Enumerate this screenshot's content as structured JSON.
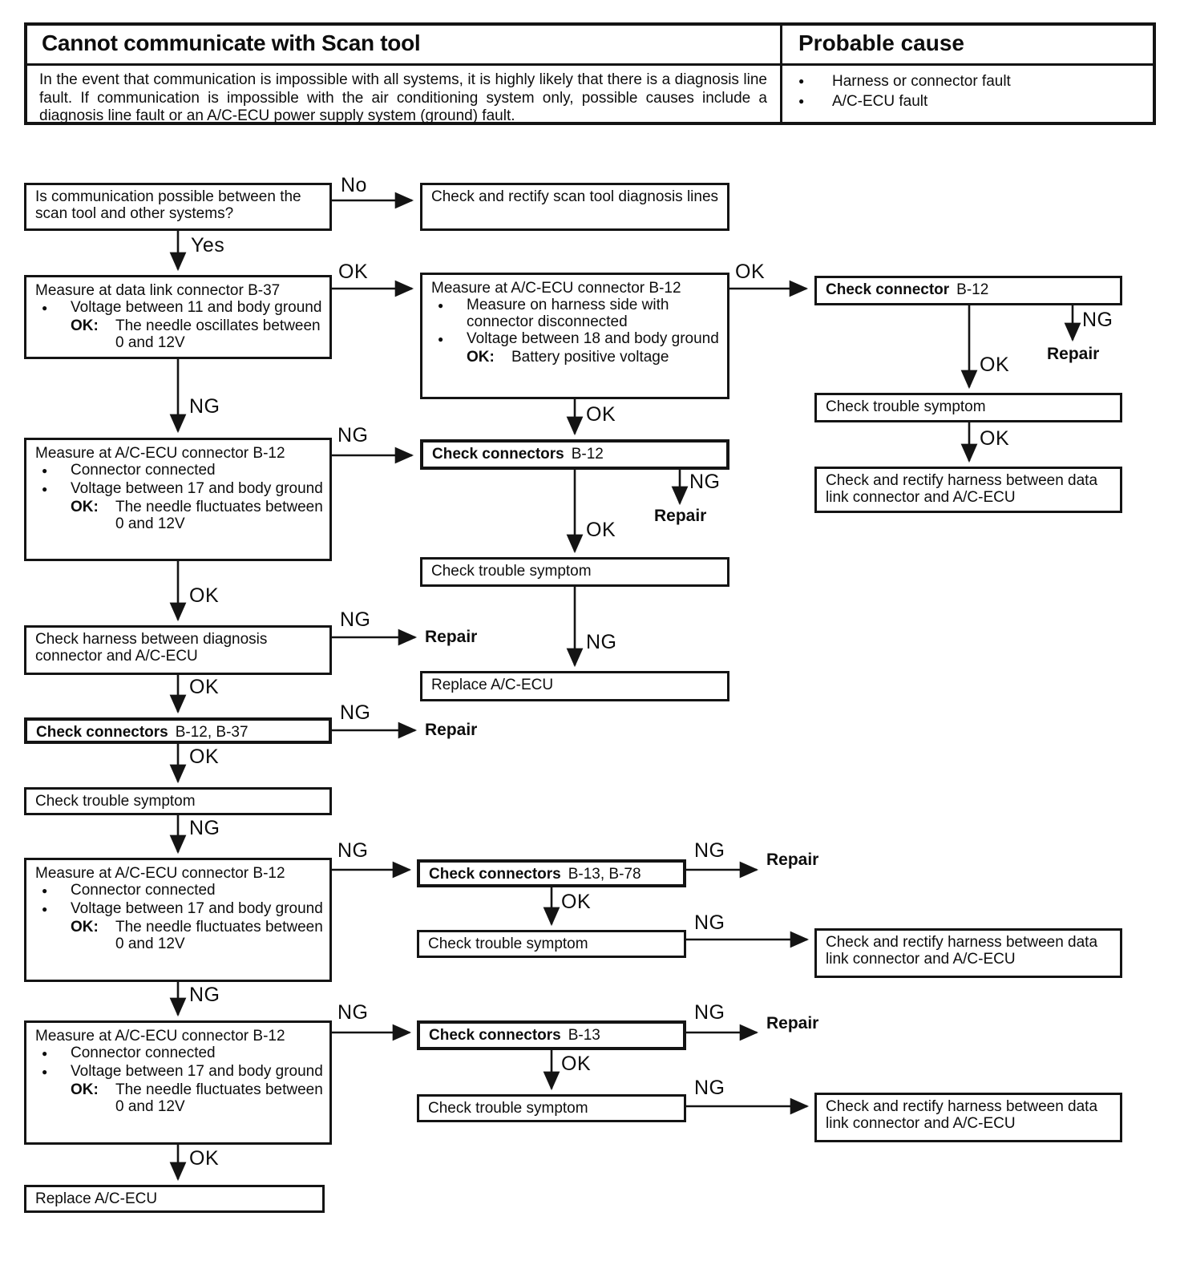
{
  "header_table": {
    "title": "Cannot communicate with Scan tool",
    "description": "In the event that communication is impossible with all systems, it is highly likely that there is a diagnosis line fault. If communication is impossible with the air conditioning system only, possible causes include a diagnosis line fault or an A/C-ECU power supply system (ground) fault.",
    "cause_title": "Probable cause",
    "causes": [
      "Harness or connector fault",
      "A/C-ECU fault"
    ]
  },
  "labels": {
    "yes": "Yes",
    "no": "No",
    "ok": "OK",
    "ng": "NG",
    "repair": "Repair"
  },
  "boxes": {
    "ask_comm": {
      "text": "Is communication possible between the scan tool and other systems?"
    },
    "rectify_scan": {
      "text": "Check and rectify scan tool diagnosis lines"
    },
    "measure_b37": {
      "title": "Measure at data link connector B-37",
      "bullets": [
        "Voltage between 11 and body ground"
      ],
      "ok_label": "OK:",
      "ok_text": "The needle oscillates between 0 and 12V"
    },
    "measure_b12_harness": {
      "title": "Measure at A/C-ECU connector B-12",
      "bullets": [
        "Measure on harness side with connector disconnected",
        "Voltage between 18 and body ground"
      ],
      "ok_label": "OK:",
      "ok_text": "Battery positive voltage"
    },
    "measure_b12_connected": {
      "title": "Measure at A/C-ECU connector B-12",
      "bullets": [
        "Connector connected",
        "Voltage between 17 and body ground"
      ],
      "ok_label": "OK:",
      "ok_text": "The needle fluctuates between 0 and 12V"
    },
    "check_connector_b12": {
      "bold": "Check connector",
      "rest": "B-12"
    },
    "check_connectors_b12": {
      "bold": "Check connectors",
      "rest": "B-12"
    },
    "check_connectors_b12_b37": {
      "bold": "Check connectors",
      "rest": "B-12, B-37"
    },
    "check_connectors_b13_b78": {
      "bold": "Check connectors",
      "rest": "B-13, B-78"
    },
    "check_connectors_b13": {
      "bold": "Check connectors",
      "rest": "B-13"
    },
    "check_trouble": {
      "text": "Check trouble symptom"
    },
    "check_harness_diag": {
      "text": "Check harness between diagnosis connector and A/C-ECU"
    },
    "rectify_harness": {
      "text": "Check and rectify harness between data link connector and A/C-ECU"
    },
    "replace_ecu": {
      "text": "Replace A/C-ECU"
    }
  }
}
